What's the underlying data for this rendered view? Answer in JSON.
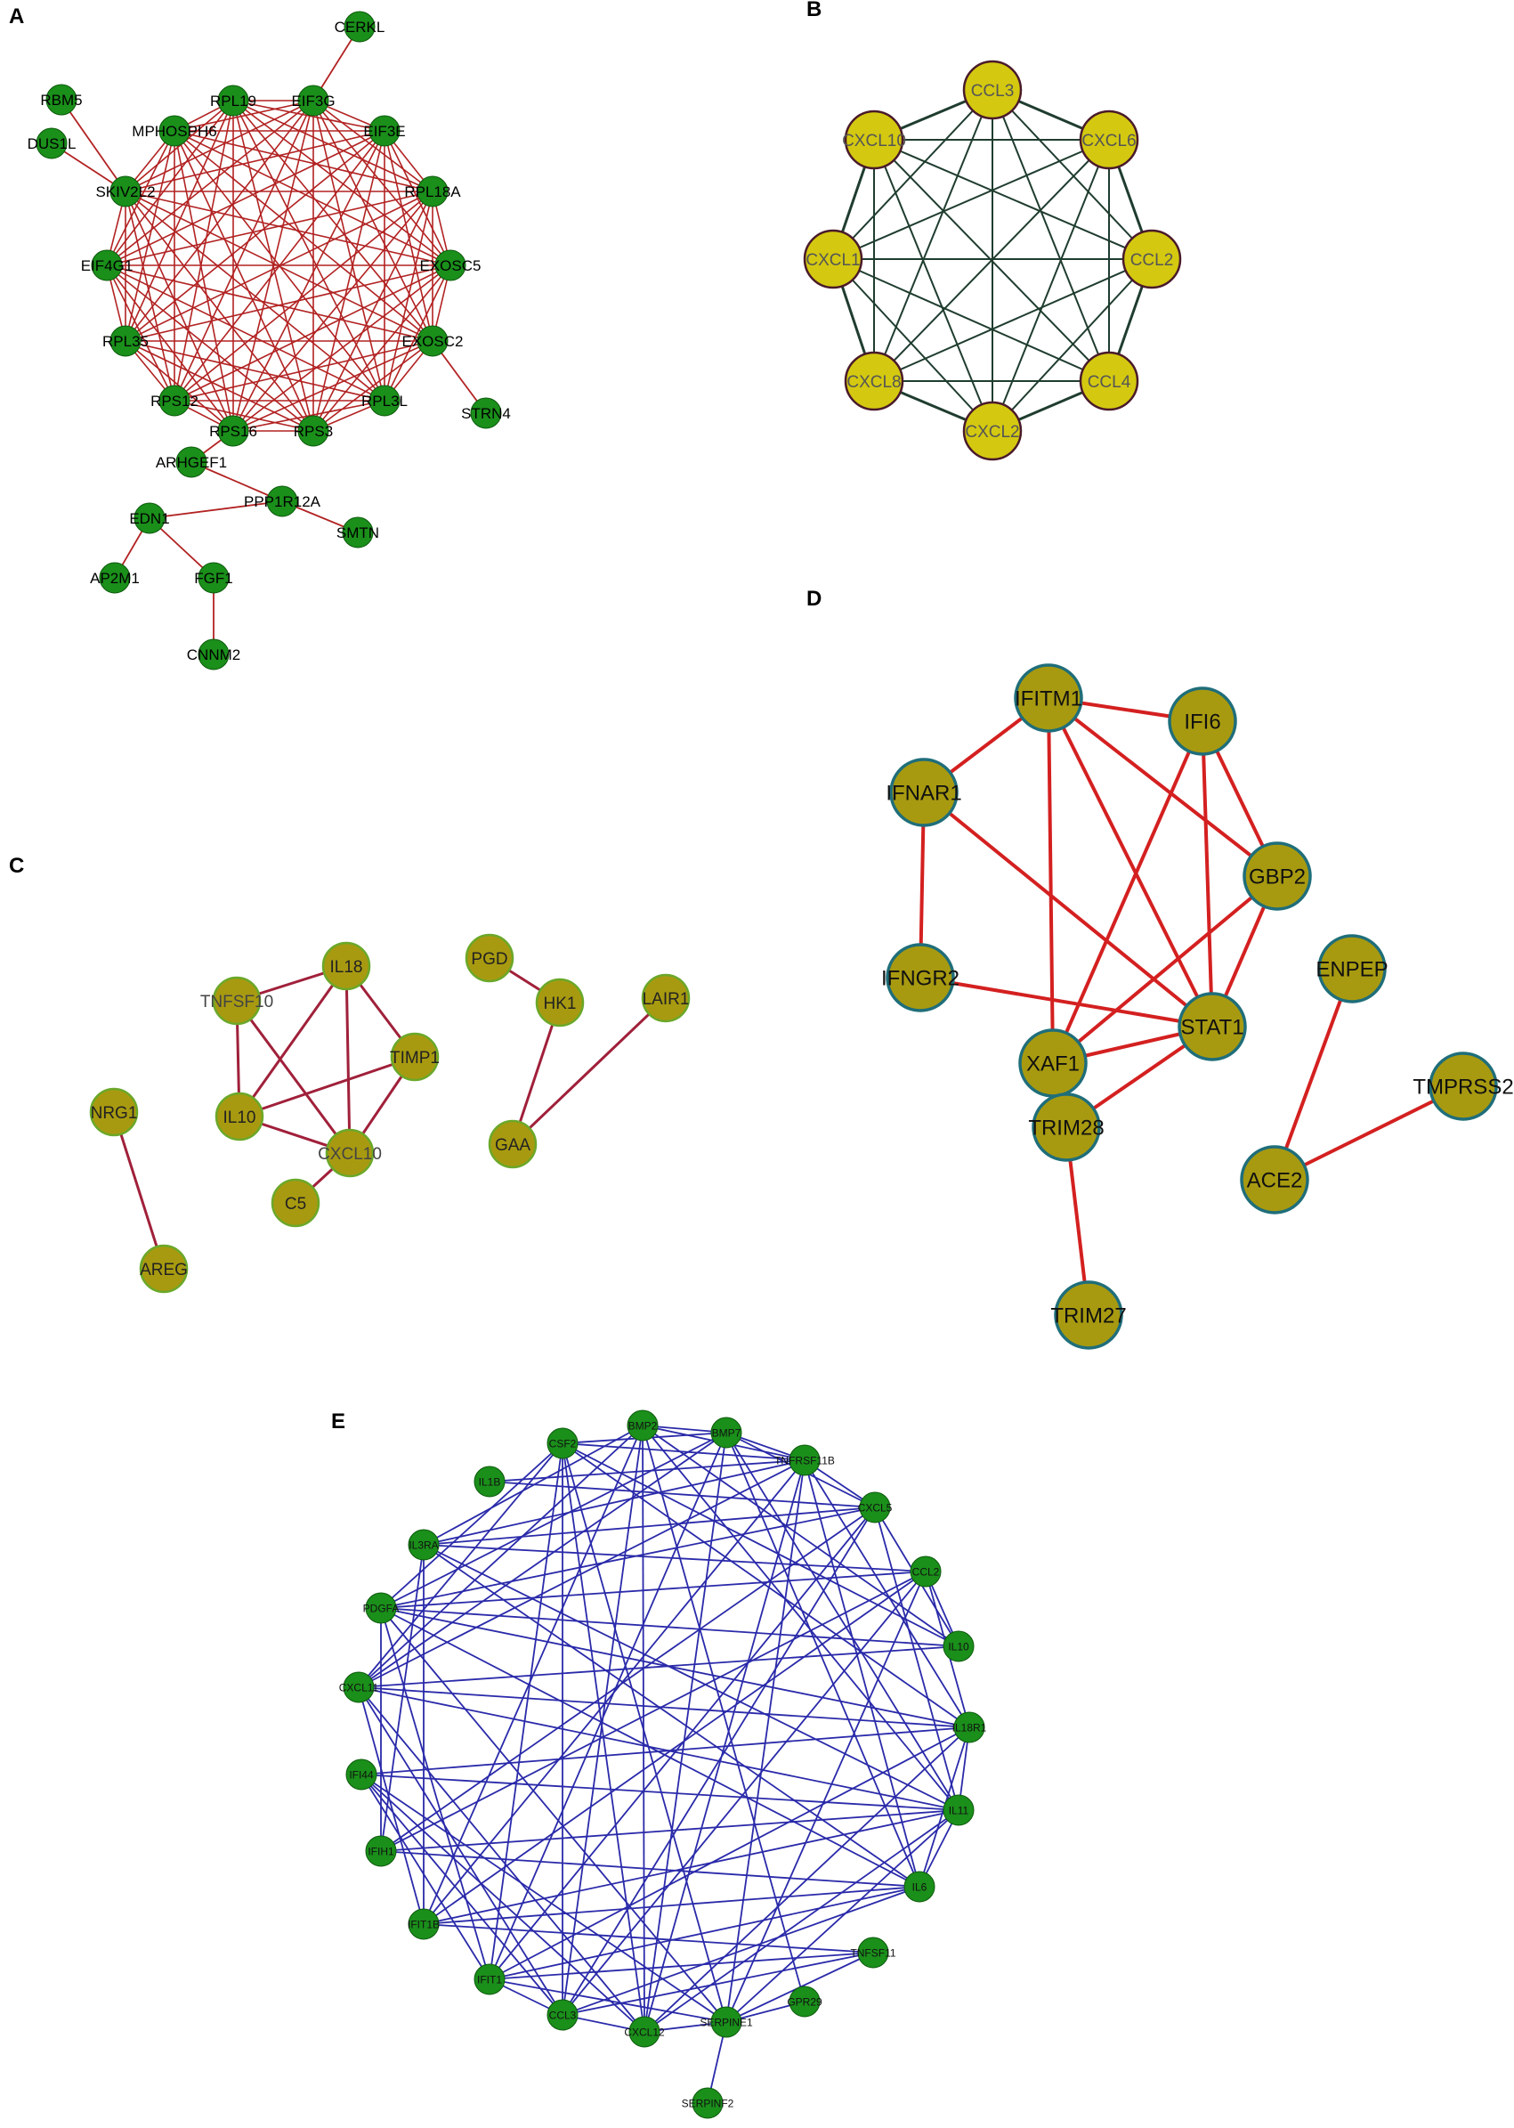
{
  "panels": [
    {
      "id": "A",
      "label": "A",
      "node_fill": "#1a8f1a",
      "node_stroke": "#0d5a0d",
      "edge_color": "#b22222",
      "nodes": [
        "CERKL",
        "RBM5",
        "RPL19",
        "EIF3G",
        "DUS1L",
        "MPHOSPH6",
        "EIF3E",
        "SKIV2L2",
        "RPL18A",
        "EIF4G1",
        "EXOSC5",
        "RPL35",
        "EXOSC2",
        "RPS12",
        "RPL3L",
        "STRN4",
        "RPS16",
        "RPS3",
        "ARHGEF1",
        "PPP1R12A",
        "EDN1",
        "SMTN",
        "AP2M1",
        "FGF1",
        "CNNM2"
      ],
      "ring": [
        "RPL19",
        "EIF3G",
        "EIF3E",
        "RPL18A",
        "EXOSC5",
        "EXOSC2",
        "RPL3L",
        "RPS3",
        "RPS16",
        "RPS12",
        "RPL35",
        "EIF4G1",
        "SKIV2L2",
        "MPHOSPH6"
      ],
      "extra_edges": [
        [
          "EIF3G",
          "CERKL"
        ],
        [
          "SKIV2L2",
          "RBM5"
        ],
        [
          "SKIV2L2",
          "DUS1L"
        ],
        [
          "EXOSC2",
          "STRN4"
        ],
        [
          "RPS16",
          "ARHGEF1"
        ],
        [
          "ARHGEF1",
          "PPP1R12A"
        ],
        [
          "PPP1R12A",
          "SMTN"
        ],
        [
          "PPP1R12A",
          "EDN1"
        ],
        [
          "EDN1",
          "AP2M1"
        ],
        [
          "EDN1",
          "FGF1"
        ],
        [
          "FGF1",
          "CNNM2"
        ]
      ]
    },
    {
      "id": "B",
      "label": "B",
      "node_fill": "#d4c910",
      "node_stroke": "#4a1a2a",
      "edge_color": "#1f3d2f",
      "nodes": [
        "CCL3",
        "CXCL10",
        "CXCL6",
        "CXCL1",
        "CCL2",
        "CXCL8",
        "CCL4",
        "CXCL2"
      ],
      "clique": [
        "CCL3",
        "CXCL6",
        "CCL2",
        "CCL4",
        "CXCL2",
        "CXCL8",
        "CXCL1",
        "CXCL10"
      ]
    },
    {
      "id": "C",
      "label": "C",
      "node_fill": "#a89a10",
      "node_stroke": "#6aa82a",
      "edge_color": "#a0203a",
      "nodes": [
        "IL18",
        "TNFSF10",
        "PGD",
        "HK1",
        "LAIR1",
        "TIMP1",
        "NRG1",
        "IL10",
        "GAA",
        "CXCL10",
        "C5",
        "AREG"
      ],
      "edges": [
        [
          "IL18",
          "TNFSF10"
        ],
        [
          "IL18",
          "IL10"
        ],
        [
          "IL18",
          "TIMP1"
        ],
        [
          "IL18",
          "CXCL10"
        ],
        [
          "TNFSF10",
          "IL10"
        ],
        [
          "TNFSF10",
          "CXCL10"
        ],
        [
          "TIMP1",
          "IL10"
        ],
        [
          "TIMP1",
          "CXCL10"
        ],
        [
          "IL10",
          "CXCL10"
        ],
        [
          "CXCL10",
          "C5"
        ],
        [
          "PGD",
          "HK1"
        ],
        [
          "HK1",
          "GAA"
        ],
        [
          "LAIR1",
          "GAA"
        ],
        [
          "NRG1",
          "AREG"
        ]
      ]
    },
    {
      "id": "D",
      "label": "D",
      "node_fill": "#a89a10",
      "node_stroke": "#1f6e7a",
      "edge_color": "#d42020",
      "nodes": [
        "IFITM1",
        "IFI6",
        "IFNAR1",
        "GBP2",
        "IFNGR2",
        "ENPEP",
        "STAT1",
        "XAF1",
        "TMPRSS2",
        "TRIM28",
        "ACE2",
        "TRIM27"
      ],
      "edges": [
        [
          "IFITM1",
          "IFI6"
        ],
        [
          "IFITM1",
          "GBP2"
        ],
        [
          "IFITM1",
          "STAT1"
        ],
        [
          "IFITM1",
          "XAF1"
        ],
        [
          "IFI6",
          "XAF1"
        ],
        [
          "IFI6",
          "STAT1"
        ],
        [
          "IFI6",
          "GBP2"
        ],
        [
          "IFNAR1",
          "IFNGR2"
        ],
        [
          "IFNAR1",
          "IFITM1"
        ],
        [
          "IFNAR1",
          "STAT1"
        ],
        [
          "GBP2",
          "XAF1"
        ],
        [
          "GBP2",
          "STAT1"
        ],
        [
          "IFNGR2",
          "STAT1"
        ],
        [
          "XAF1",
          "STAT1"
        ],
        [
          "STAT1",
          "TRIM28"
        ],
        [
          "TRIM28",
          "TRIM27"
        ],
        [
          "ENPEP",
          "ACE2"
        ],
        [
          "TMPRSS2",
          "ACE2"
        ]
      ]
    },
    {
      "id": "E",
      "label": "E",
      "node_fill": "#1a8f1a",
      "node_stroke": "#0d5a0d",
      "edge_color": "#2a2aaa",
      "nodes": [
        "BMP2",
        "BMP7",
        "CSF2",
        "TNFRSF11B",
        "IL1B",
        "CXCL5",
        "IL3RA",
        "CCL2",
        "PDGFA",
        "IL10",
        "CXCL11",
        "IL18R1",
        "IFI44",
        "IL11",
        "IFIH1",
        "IL6",
        "IFIT1B",
        "TNFSF11",
        "IFIT1",
        "CCL3",
        "CXCL12",
        "SERPINE1",
        "GPR29",
        "SERPINF2"
      ]
    }
  ]
}
